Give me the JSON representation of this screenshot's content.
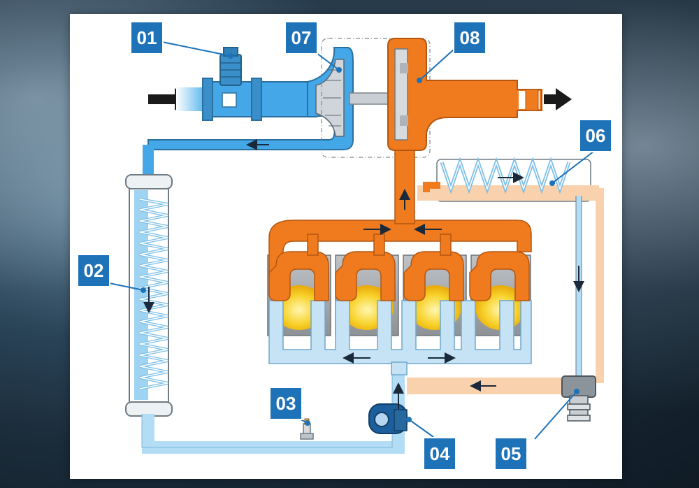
{
  "labels": {
    "l01": "01",
    "l02": "02",
    "l03": "03",
    "l04": "04",
    "l05": "05",
    "l06": "06",
    "l07": "07",
    "l08": "08"
  },
  "colors": {
    "coolant_blue": "#44a8e8",
    "coolant_light": "#c6e3f5",
    "exhaust_orange": "#f07b1e",
    "exhaust_light": "#f9d2ad",
    "label_blue": "#1d72b8"
  }
}
